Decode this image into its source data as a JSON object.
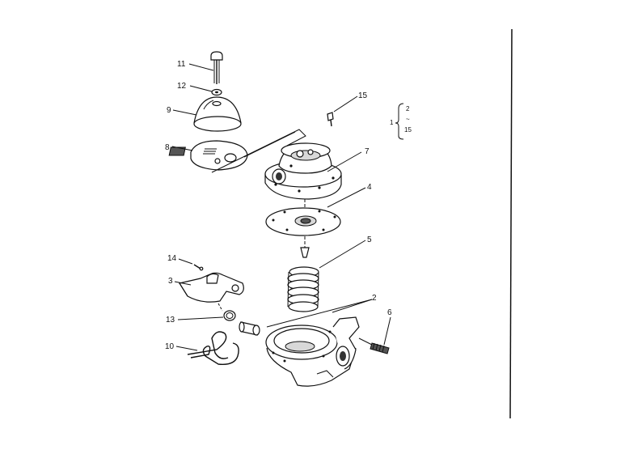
{
  "callouts": [
    {
      "id": "c11",
      "label": "11"
    },
    {
      "id": "c12",
      "label": "12"
    },
    {
      "id": "c9",
      "label": "9"
    },
    {
      "id": "c8",
      "label": "8"
    },
    {
      "id": "c15",
      "label": "15"
    },
    {
      "id": "c7",
      "label": "7"
    },
    {
      "id": "c4",
      "label": "4"
    },
    {
      "id": "c5",
      "label": "5"
    },
    {
      "id": "c14",
      "label": "14"
    },
    {
      "id": "c3",
      "label": "3"
    },
    {
      "id": "c2",
      "label": "2"
    },
    {
      "id": "c6",
      "label": "6"
    },
    {
      "id": "c13",
      "label": "13"
    },
    {
      "id": "c10",
      "label": "10"
    }
  ],
  "kit_legend": {
    "group_label": "1",
    "first_item": "2",
    "tilde": "~",
    "last_item": "15"
  }
}
